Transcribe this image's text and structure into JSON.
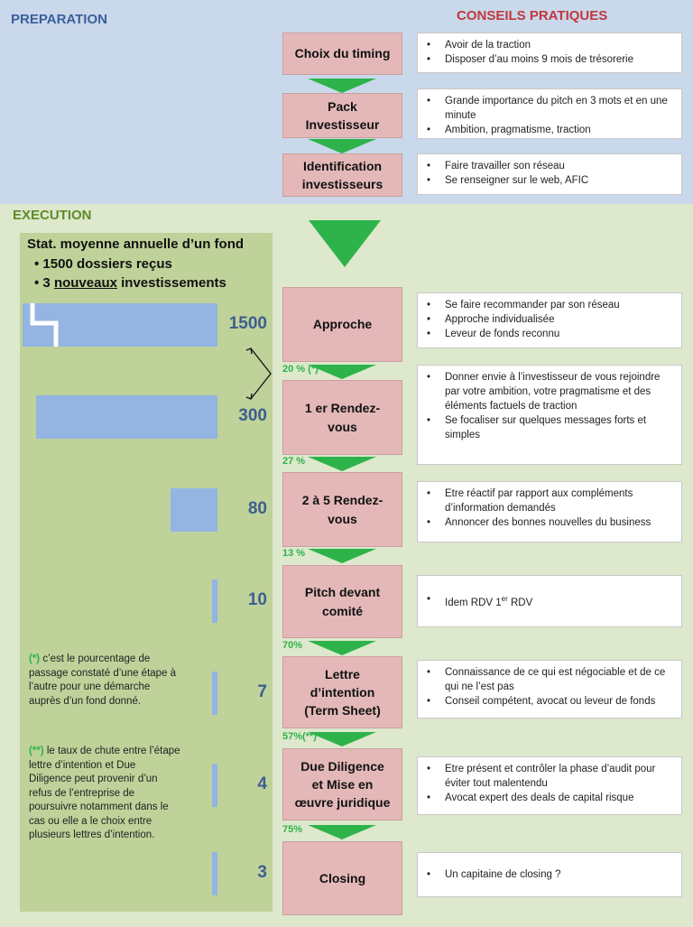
{
  "titles": {
    "preparation": "PREPARATION",
    "execution": "EXECUTION",
    "conseils": "CONSEILS PRATIQUES"
  },
  "stats": {
    "heading": "Stat. moyenne annuelle d’un fond",
    "item1": "1500 dossiers reçus",
    "item2_prefix": "3 ",
    "item2_underlined": "nouveaux",
    "item2_suffix": " investissements"
  },
  "preparation_steps": [
    {
      "label": "Choix du timing",
      "tips": [
        "Avoir de la traction",
        "Disposer d’au moins 9 mois de trésorerie"
      ]
    },
    {
      "label": "Pack\nInvestisseur",
      "tips": [
        "Grande importance du pitch en 3 mots et en une minute",
        "Ambition, pragmatisme, traction"
      ]
    },
    {
      "label": "Identification\ninvestisseurs",
      "tips": [
        "Faire travailler son réseau",
        "Se renseigner sur le  web, AFIC"
      ]
    }
  ],
  "execution_steps": [
    {
      "label": "Approche",
      "count": "1500",
      "count_value": 1500,
      "tips": [
        "Se faire recommander par son réseau",
        "Approche individualisée",
        "Leveur de fonds reconnu"
      ]
    },
    {
      "label": "1 er Rendez-\nvous",
      "count": "300",
      "count_value": 300,
      "tips": [
        "Donner envie à l’investisseur de vous rejoindre par votre ambition, votre pragmatisme et des éléments factuels de traction",
        "Se focaliser sur quelques messages forts et simples"
      ]
    },
    {
      "label": "2 à 5 Rendez-\nvous",
      "count": "80",
      "count_value": 80,
      "tips": [
        "Etre réactif par rapport aux compléments d’information demandés",
        "Annoncer des bonnes nouvelles du business"
      ]
    },
    {
      "label": "Pitch devant\ncomité",
      "count": "10",
      "count_value": 10,
      "tips": [
        "Idem RDV 1er RDV"
      ]
    },
    {
      "label": "Lettre\nd’intention\n(Term Sheet)",
      "count": "7",
      "count_value": 7,
      "tips": [
        "Connaissance de ce qui est négociable et de ce qui ne l’est pas",
        "Conseil compétent, avocat ou leveur de fonds"
      ]
    },
    {
      "label": "Due Diligence\net Mise en\nœuvre juridique",
      "count": "4",
      "count_value": 4,
      "tips": [
        "Etre présent et contrôler la phase d’audit pour éviter tout malentendu",
        "Avocat expert des deals de capital risque"
      ]
    },
    {
      "label": "Closing",
      "count": "3",
      "count_value": 3,
      "tips": [
        "Un capitaine de closing ?"
      ]
    }
  ],
  "conversion_rates": [
    "20 % (*)",
    "27 %",
    "13 %",
    "70%",
    "57%(**)",
    "75%"
  ],
  "notes": {
    "note1_marker": "(*)",
    "note1_text": " c’est le pourcentage de passage constaté d’une étape à l’autre pour une démarche auprès d’un fond donné.",
    "note2_marker": "(**)",
    "note2_text": " le taux de chute entre l’étape lettre d’intention et Due Diligence peut provenir d’un refus de l’entreprise de poursuivre notamment dans le cas ou elle a le choix entre plusieurs lettres d’intention."
  },
  "colors": {
    "preparation_bg": "#c9d8ea",
    "execution_bg": "#dde8cc",
    "step_box": "#e4b8b8",
    "arrow": "#2db34a",
    "bar": "#94b4e2",
    "title_red": "#c0383e"
  }
}
